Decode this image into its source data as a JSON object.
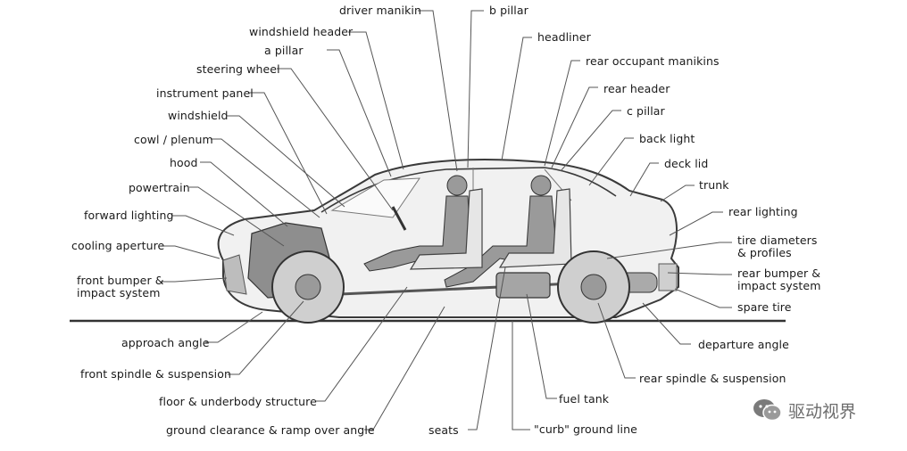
{
  "labels": {
    "driver_manikin": "driver manikin",
    "b_pillar": "b pillar",
    "windshield_header": "windshield header",
    "headliner": "headliner",
    "a_pillar": "a pillar",
    "rear_occupant_manikins": "rear occupant manikins",
    "steering_wheel": "steering wheel",
    "rear_header": "rear header",
    "instrument_panel": "instrument panel",
    "c_pillar": "c pillar",
    "windshield": "windshield",
    "back_light": "back light",
    "cowl_plenum": "cowl / plenum",
    "deck_lid": "deck lid",
    "hood": "hood",
    "trunk": "trunk",
    "powertrain": "powertrain",
    "rear_lighting": "rear lighting",
    "forward_lighting": "forward lighting",
    "tire_diameters": "tire diameters\n& profiles",
    "cooling_aperture": "cooling aperture",
    "rear_bumper": "rear bumper &\nimpact system",
    "front_bumper": "front bumper &\nimpact system",
    "spare_tire": "spare tire",
    "approach_angle": "approach angle",
    "departure_angle": "departure angle",
    "front_spindle": "front spindle & suspension",
    "rear_spindle": "rear spindle & suspension",
    "floor_underbody": "floor & underbody structure",
    "fuel_tank": "fuel tank",
    "ground_clearance": "ground clearance & ramp over angle",
    "seats": "seats",
    "curb_ground_line": "\"curb\" ground line"
  },
  "watermark": {
    "text": "驱动视界",
    "icon": "wechat-icon"
  },
  "colors": {
    "line": "#444444",
    "body_fill": "#efefef",
    "dark_fill": "#8a8a8a",
    "wheel_fill": "#cfcfcf"
  }
}
